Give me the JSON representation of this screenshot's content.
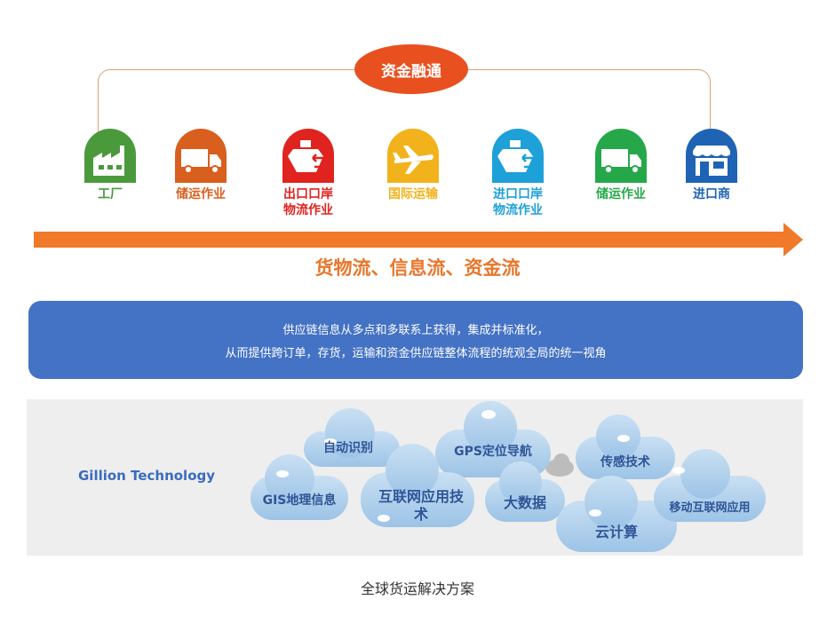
{
  "finance": {
    "label": "资金融通"
  },
  "stages": [
    {
      "label_lines": [
        "工厂"
      ],
      "color": "#4a9a3c",
      "icon": "factory-icon"
    },
    {
      "label_lines": [
        "储运作业"
      ],
      "color": "#d85f1e",
      "icon": "truck-icon"
    },
    {
      "label_lines": [
        "出口口岸",
        "物流作业"
      ],
      "color": "#e0231f",
      "icon": "ship-icon"
    },
    {
      "label_lines": [
        "国际运输"
      ],
      "color": "#f2b21b",
      "icon": "airplane-icon"
    },
    {
      "label_lines": [
        "进口口岸",
        "物流作业"
      ],
      "color": "#1ea0d8",
      "icon": "ship-icon"
    },
    {
      "label_lines": [
        "储运作业"
      ],
      "color": "#26a84a",
      "icon": "truck-icon"
    },
    {
      "label_lines": [
        "进口商"
      ],
      "color": "#1f64b4",
      "icon": "store-icon"
    }
  ],
  "flow": {
    "label": "货物流、信息流、资金流",
    "color": "#f07a2a"
  },
  "info": {
    "line1": "供应链信息从多点和多联系上获得，集成并标准化，",
    "line2": "从而提供跨订单，存货，运输和资金供应链整体流程的统观全局的统一视角",
    "color": "#4472c4"
  },
  "tech": {
    "company": "Gillion Technology",
    "clouds": [
      {
        "label_lines": [
          "自动识别"
        ]
      },
      {
        "label_lines": [
          "GPS定位导航"
        ]
      },
      {
        "label_lines": [
          "传感技术"
        ]
      },
      {
        "label_lines": [
          "GIS地理信息"
        ]
      },
      {
        "label_lines": [
          "互联网应用技",
          "术"
        ]
      },
      {
        "label_lines": [
          "大数据"
        ]
      },
      {
        "label_lines": [
          "云计算"
        ]
      },
      {
        "label_lines": [
          "移动互联网应用"
        ]
      }
    ]
  },
  "caption": "全球货运解决方案"
}
